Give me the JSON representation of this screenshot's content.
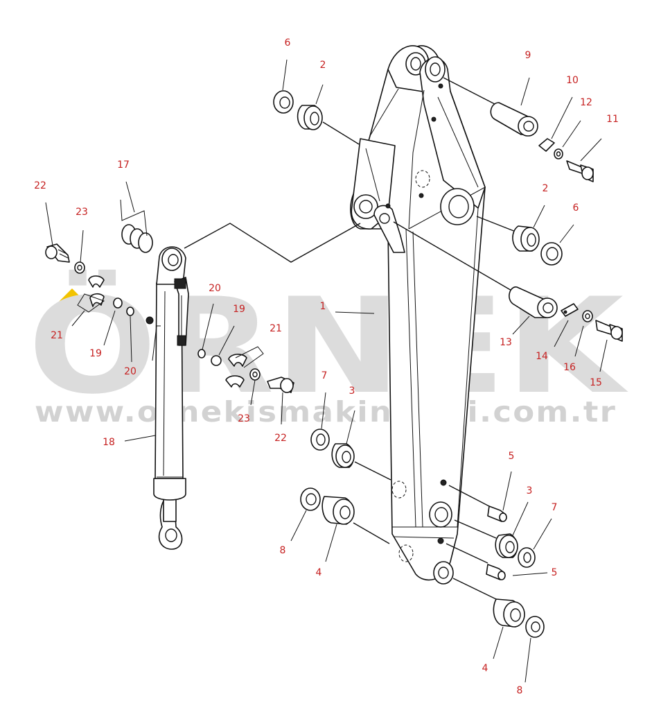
{
  "watermark": {
    "brand": "ÖRNEK",
    "url": "www.ornekismakinalari.com.tr",
    "accent_color": "#f2c300"
  },
  "labels": {
    "l1": "1",
    "l2a": "2",
    "l2b": "2",
    "l3a": "3",
    "l3b": "3",
    "l4a": "4",
    "l4b": "4",
    "l5a": "5",
    "l5b": "5",
    "l6a": "6",
    "l6b": "6",
    "l7a": "7",
    "l7b": "7",
    "l8a": "8",
    "l8b": "8",
    "l9": "9",
    "l10": "10",
    "l11": "11",
    "l12": "12",
    "l13": "13",
    "l14": "14",
    "l15": "15",
    "l16": "16",
    "l17": "17",
    "l18": "18",
    "l19a": "19",
    "l19b": "19",
    "l20a": "20",
    "l20b": "20",
    "l21a": "21",
    "l21b": "21",
    "l22a": "22",
    "l22b": "22",
    "l23a": "23",
    "l23b": "23"
  }
}
